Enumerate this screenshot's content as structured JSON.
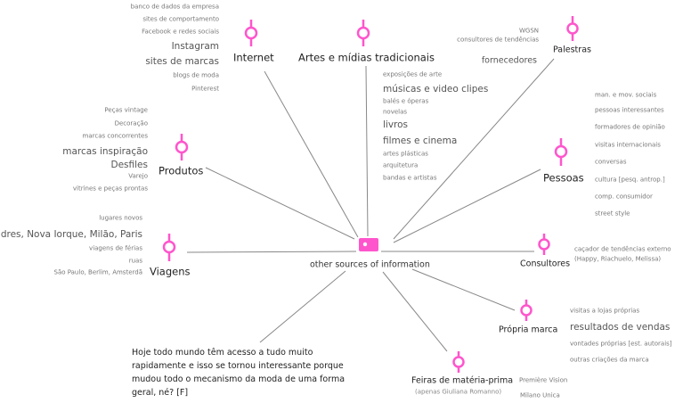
{
  "center": {
    "label": "other sources of information",
    "accent": "#ff66cc"
  },
  "nodes": {
    "internet": {
      "label": "Internet",
      "items": [
        "banco de dados da empresa",
        "sites de comportamento",
        "Facebook e redes sociais",
        "Instagram",
        "sites de marcas",
        "blogs de moda",
        "Pinterest"
      ]
    },
    "artes": {
      "label": "Artes e mídias tradicionais",
      "items": [
        "exposições de arte",
        "músicas e video clipes",
        "balés e óperas",
        "novelas",
        "livros",
        "filmes e cinema",
        "artes plásticas",
        "arquitetura",
        "bandas e artistas"
      ]
    },
    "palestras": {
      "label": "Palestras",
      "items": [
        "WGSN",
        "consultores de tendências",
        "fornecedores"
      ]
    },
    "pessoas": {
      "label": "Pessoas",
      "items": [
        "man. e mov. sociais",
        "pessoas interessantes",
        "formadores de opinião",
        "visitas internacionais",
        "conversas",
        "cultura [pesq. antrop.]",
        "comp. consumidor",
        "street style"
      ]
    },
    "produtos": {
      "label": "Produtos",
      "items": [
        "Peças vintage",
        "Decoração",
        "marcas concorrentes",
        "marcas inspiração",
        "Desfiles",
        "Varejo",
        "vitrines e peças prontas"
      ]
    },
    "viagens": {
      "label": "Viagens",
      "items": [
        "lugares novos",
        "Londres, Nova Iorque, Milão, Paris",
        "viagens de férias",
        "ruas",
        "São Paulo, Berlim, Amsterdã"
      ]
    },
    "consultores": {
      "label": "Consultores",
      "items": [
        "caçador de tendências externo",
        "(Happy, Riachuelo, Melissa)"
      ]
    },
    "propria": {
      "label": "Própria marca",
      "items": [
        "visitas a lojas próprias",
        "resultados de vendas",
        "vontades próprias [est. autorais]",
        "outras criações da marca"
      ]
    },
    "feiras": {
      "label": "Feiras de matéria-prima",
      "sublabel": "(apenas Giuliana Romanno)",
      "items": [
        "Première Vision",
        "Milano Unica"
      ]
    }
  },
  "quote": "Hoje todo mundo têm acesso a tudo muito rapidamente e isso se tornou interessante porque mudou todo o mecanismo da moda de uma forma geral, né? [F]"
}
